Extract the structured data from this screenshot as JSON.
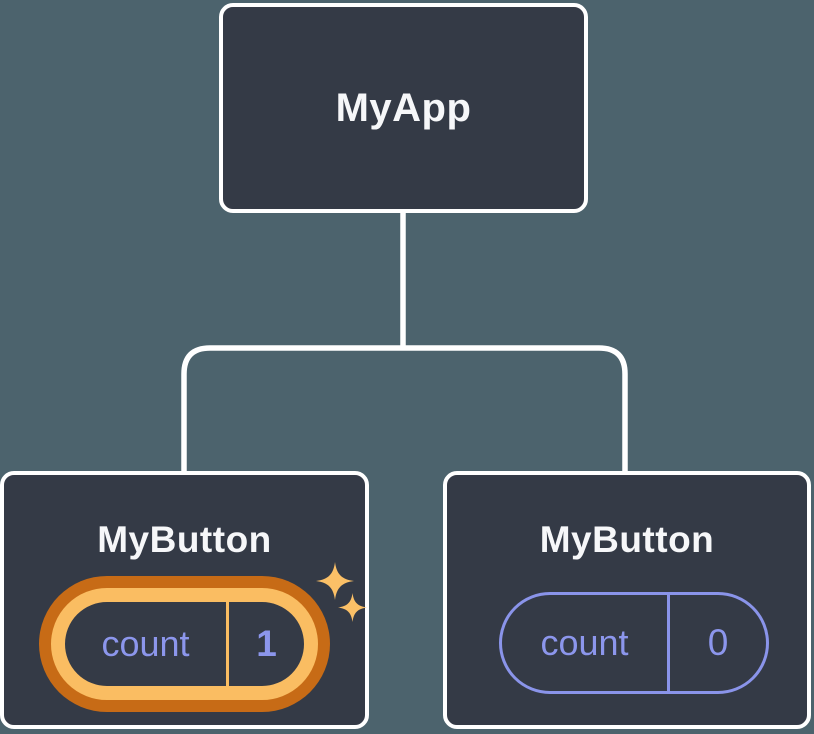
{
  "diagram": {
    "root": {
      "label": "MyApp"
    },
    "children": [
      {
        "label": "MyButton",
        "state": {
          "key": "count",
          "value": "1"
        },
        "highlighted": true
      },
      {
        "label": "MyButton",
        "state": {
          "key": "count",
          "value": "0"
        },
        "highlighted": false
      }
    ]
  },
  "colors": {
    "background": "#4c636d",
    "node_fill": "#343a46",
    "node_border": "#ffffff",
    "title_text": "#f6f7f9",
    "state_text": "#8c96ec",
    "state_border": "#8a94ea",
    "highlight_outer": "#c76b16",
    "highlight_inner": "#fabd62",
    "sparkle": "#fbc067",
    "connector": "#ffffff"
  }
}
